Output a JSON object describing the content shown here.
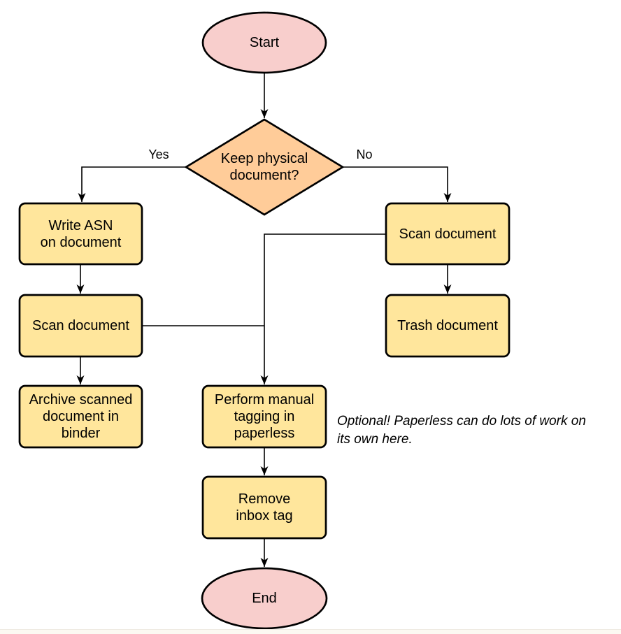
{
  "diagram": {
    "type": "flowchart",
    "nodes": {
      "start": {
        "label": "Start",
        "shape": "terminator"
      },
      "decision": {
        "label": "Keep physical\ndocument?",
        "shape": "decision"
      },
      "write_asn": {
        "label": "Write ASN\non document",
        "shape": "process"
      },
      "scan_left": {
        "label": "Scan document",
        "shape": "process"
      },
      "archive": {
        "label": "Archive scanned\ndocument in\nbinder",
        "shape": "process"
      },
      "scan_right": {
        "label": "Scan document",
        "shape": "process"
      },
      "trash": {
        "label": "Trash document",
        "shape": "process"
      },
      "tagging": {
        "label": "Perform manual\ntagging in\npaperless",
        "shape": "process"
      },
      "remove_inbox": {
        "label": "Remove\ninbox tag",
        "shape": "process"
      },
      "end": {
        "label": "End",
        "shape": "terminator"
      }
    },
    "edge_labels": {
      "yes": "Yes",
      "no": "No"
    },
    "edges": [
      {
        "from": "start",
        "to": "decision",
        "label": ""
      },
      {
        "from": "decision",
        "to": "write_asn",
        "label": "Yes"
      },
      {
        "from": "decision",
        "to": "scan_right",
        "label": "No"
      },
      {
        "from": "write_asn",
        "to": "scan_left",
        "label": ""
      },
      {
        "from": "scan_left",
        "to": "archive",
        "label": ""
      },
      {
        "from": "scan_right",
        "to": "trash",
        "label": ""
      },
      {
        "from": "scan_right",
        "to": "tagging",
        "label": ""
      },
      {
        "from": "scan_left",
        "to": "tagging",
        "label": ""
      },
      {
        "from": "tagging",
        "to": "remove_inbox",
        "label": ""
      },
      {
        "from": "remove_inbox",
        "to": "end",
        "label": ""
      }
    ],
    "annotation": "Optional! Paperless can do lots of work on\nits own here.",
    "colors": {
      "terminator_fill": "#f8cecc",
      "decision_fill": "#ffcc99",
      "process_fill": "#ffe69c",
      "stroke": "#000000"
    }
  }
}
